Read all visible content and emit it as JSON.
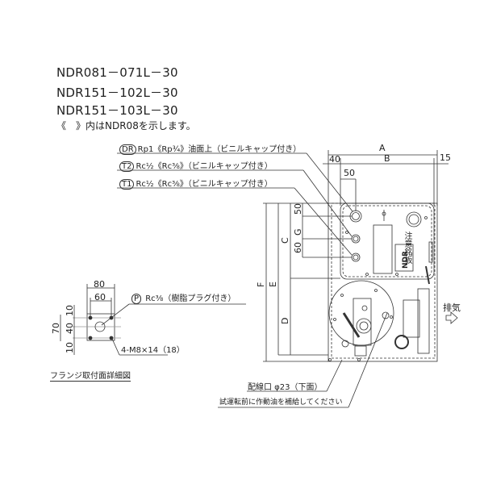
{
  "models": [
    "NDR081－071L－30",
    "NDR151－102L－30",
    "NDR151－103L－30"
  ],
  "note": "《　》内はNDR08を示します。",
  "ports": [
    {
      "id": "DR",
      "text": "Rp1《Rp¾》油面上（ビニルキャップ付き）"
    },
    {
      "id": "T2",
      "text": "Rc½《Rc⅜》（ビニルキャップ付き）"
    },
    {
      "id": "T1",
      "text": "Rc½《Rc⅜》（ビニルキャップ付き）"
    }
  ],
  "dimensions": {
    "A": "A",
    "B": "B",
    "C": "C",
    "D": "D",
    "E": "E",
    "F": "F",
    "G": "G",
    "d40": "40",
    "d15": "15",
    "d50_top": "50",
    "d50_side": "50",
    "d60_side": "60"
  },
  "plates": {
    "caution": "注意銘板",
    "brand": "NDR"
  },
  "exhaust": "排気",
  "wiring_port": "配線口 φ23（下面）",
  "oil_note": "試運転前に作動油を補給してください",
  "flange": {
    "title": "フランジ取付面詳細図",
    "port_id": "P",
    "port_text": "Rc⅜（樹脂プラグ付き）",
    "bolts": "4-M8×14（18）",
    "d80": "80",
    "d60": "60",
    "d70": "70",
    "d40": "40",
    "d10_top": "10",
    "d10_bottom": "10"
  }
}
